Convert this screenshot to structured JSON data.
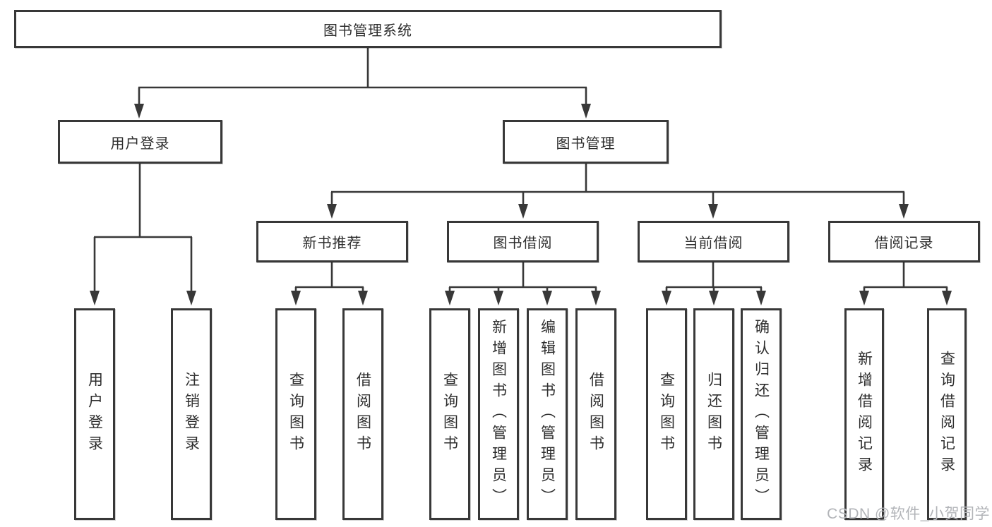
{
  "colors": {
    "line": "#383838",
    "text": "#2d2d2d",
    "watermark": "#b2b4b8",
    "background": "#ffffff"
  },
  "diagram": {
    "root": {
      "label": "图书管理系统"
    },
    "level2": [
      {
        "id": "user-login",
        "label": "用户登录"
      },
      {
        "id": "book-management",
        "label": "图书管理"
      }
    ],
    "level3": [
      {
        "id": "new-book-recommend",
        "label": "新书推荐",
        "parent": "图书管理"
      },
      {
        "id": "book-borrowing",
        "label": "图书借阅",
        "parent": "图书管理"
      },
      {
        "id": "current-borrowing",
        "label": "当前借阅",
        "parent": "图书管理"
      },
      {
        "id": "borrowing-records",
        "label": "借阅记录",
        "parent": "图书管理"
      }
    ],
    "leaves": [
      {
        "label": "用户登录",
        "parent": "用户登录"
      },
      {
        "label": "注销登录",
        "parent": "用户登录"
      },
      {
        "label": "查询图书",
        "parent": "新书推荐"
      },
      {
        "label": "借阅图书",
        "parent": "新书推荐"
      },
      {
        "label": "查询图书",
        "parent": "图书借阅"
      },
      {
        "label": "新增图书（管理员）",
        "parent": "图书借阅"
      },
      {
        "label": "编辑图书（管理员）",
        "parent": "图书借阅"
      },
      {
        "label": "借阅图书",
        "parent": "图书借阅"
      },
      {
        "label": "查询图书",
        "parent": "当前借阅"
      },
      {
        "label": "归还图书",
        "parent": "当前借阅"
      },
      {
        "label": "确认归还（管理员）",
        "parent": "当前借阅"
      },
      {
        "label": "新增借阅记录",
        "parent": "借阅记录"
      },
      {
        "label": "查询借阅记录",
        "parent": "借阅记录"
      }
    ]
  },
  "watermark": {
    "text": "CSDN @软件_小贺同学"
  }
}
